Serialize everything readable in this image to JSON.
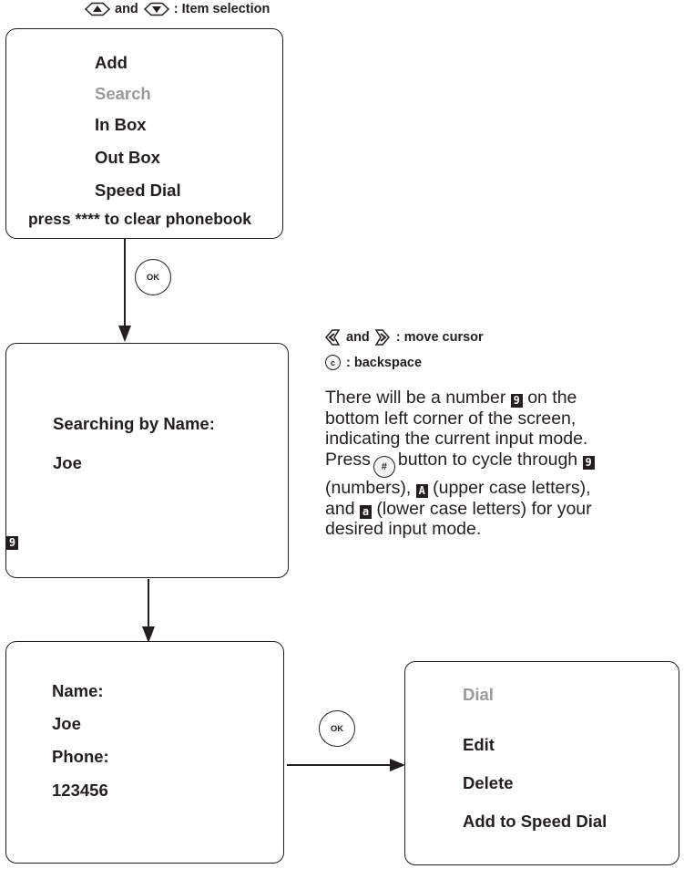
{
  "top_hint": {
    "connector": "and",
    "text": ": Item selection"
  },
  "menu_screen": {
    "items": [
      "Add",
      "Search",
      "In Box",
      "Out Box",
      "Speed Dial"
    ],
    "footer": "press **** to clear phonebook"
  },
  "ok_label": "OK",
  "search_screen": {
    "title": "Searching by Name:",
    "value": "Joe",
    "mode_indicator": "9"
  },
  "side_hints": {
    "cursor": {
      "connector": "and",
      "text": ": move cursor"
    },
    "backspace": {
      "key": "C",
      "text": ": backspace"
    }
  },
  "description": {
    "l1_a": "There will be a number",
    "l1_b": "on the",
    "l2": "bottom left corner of the screen,",
    "l3": "indicating the current input mode.",
    "l4_a": "Press",
    "hash_key": "#",
    "l4_b": "button to cycle through",
    "l5": "(numbers),",
    "l5_b": "(upper case letters),",
    "l6_a": "and",
    "l6_b": "(lower case letters) for your",
    "l7": "desired input mode.",
    "badge_number": "9",
    "badge_upper": "A",
    "badge_lower": "a"
  },
  "result_screen": {
    "name_label": "Name:",
    "name_value": "Joe",
    "phone_label": "Phone:",
    "phone_value": "123456"
  },
  "options_screen": {
    "items": [
      "Dial",
      "Edit",
      "Delete",
      "Add to Speed Dial"
    ]
  },
  "colors": {
    "ink": "#231f20",
    "disabled": "#9a9a9a"
  }
}
